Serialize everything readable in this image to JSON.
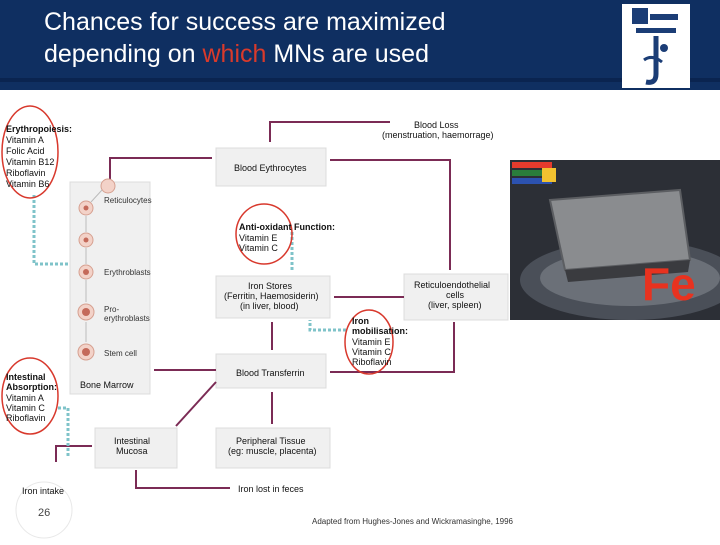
{
  "slide": {
    "title_line1": "Chances for success are maximized",
    "title_line2_pre": "depending on ",
    "title_line2_highlight": "which",
    "title_line2_post": " MNs are used",
    "page_number": "26",
    "highlight_color": "#d93a2b",
    "header_color": "#0f2f61"
  },
  "diagram": {
    "erythropoiesis": {
      "heading": "Erythropoiesis:",
      "items": [
        "Vitamin A",
        "Folic Acid",
        "Vitamin B12",
        "Riboflavin",
        "Vitamin B6"
      ]
    },
    "blood_loss": [
      "Blood Loss",
      "(menstruation, haemorrage)"
    ],
    "blood_erythrocytes": "Blood Eythrocytes",
    "stages": [
      "Reticulocytes",
      "Erythroblasts",
      "Pro-",
      "erythroblasts",
      "Stem cell"
    ],
    "bone_marrow": "Bone Marrow",
    "antioxidant": {
      "heading": "Anti-oxidant Function:",
      "items": [
        "Vitamin E",
        "Vitamin C"
      ]
    },
    "iron_stores": [
      "Iron Stores",
      "(Ferritin, Haemosiderin)",
      "(in liver, blood)"
    ],
    "reticulo": [
      "Reticuloendothelial",
      "cells",
      "(liver, spleen)"
    ],
    "iron_mobilisation": {
      "heading": [
        "Iron",
        "mobilisation:"
      ],
      "items": [
        "Vitamin E",
        "Vitamin C",
        "Riboflavin"
      ]
    },
    "intestinal": {
      "heading": [
        "Intestinal",
        "Absorption:"
      ],
      "items": [
        "Vitamin A",
        "Vitamin C",
        "Riboflavin"
      ]
    },
    "blood_transferrin": "Blood Transferrin",
    "intestinal_mucosa": [
      "Intestinal",
      "Mucosa"
    ],
    "peripheral": [
      "Peripheral Tissue",
      "(eg: muscle, placenta)"
    ],
    "iron_intake": "Iron intake",
    "iron_lost": "Iron lost in feces",
    "source": "Adapted from Hughes-Jones and Wickramasinghe, 1996"
  },
  "photo": {
    "label": "Fe",
    "label_color": "#e8321f"
  }
}
